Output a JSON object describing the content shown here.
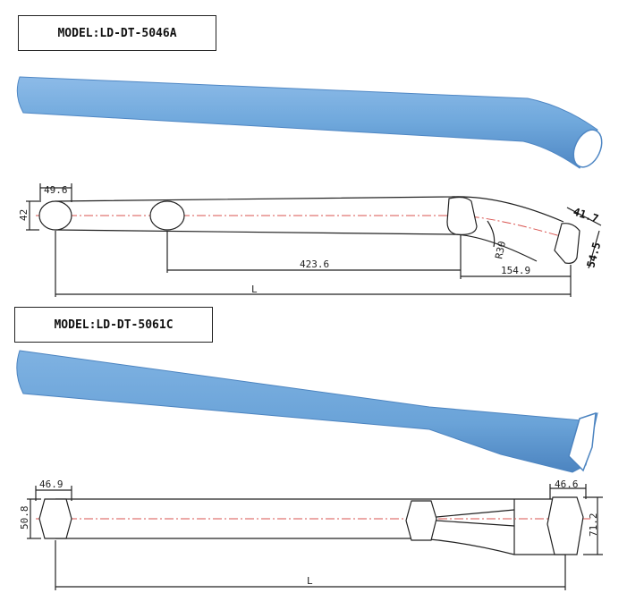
{
  "models": [
    {
      "label": "MODEL:LD-DT-5046A",
      "dimensions": {
        "left_width": "49.6",
        "left_height": "42",
        "mid_length": "423.6",
        "bend_radius": "R30",
        "bend_length": "154.9",
        "end_width": "41.7",
        "end_height": "54.5",
        "total_length": "L"
      }
    },
    {
      "label": "MODEL:LD-DT-5061C",
      "dimensions": {
        "left_width": "46.9",
        "left_height": "50.8",
        "right_width": "46.6",
        "right_height": "71.2",
        "total_length": "L"
      }
    }
  ],
  "colors": {
    "tube_fill": "#6fa8dc",
    "tube_dark": "#4f87c4",
    "centerline": "#d9534f",
    "line": "#222222"
  }
}
